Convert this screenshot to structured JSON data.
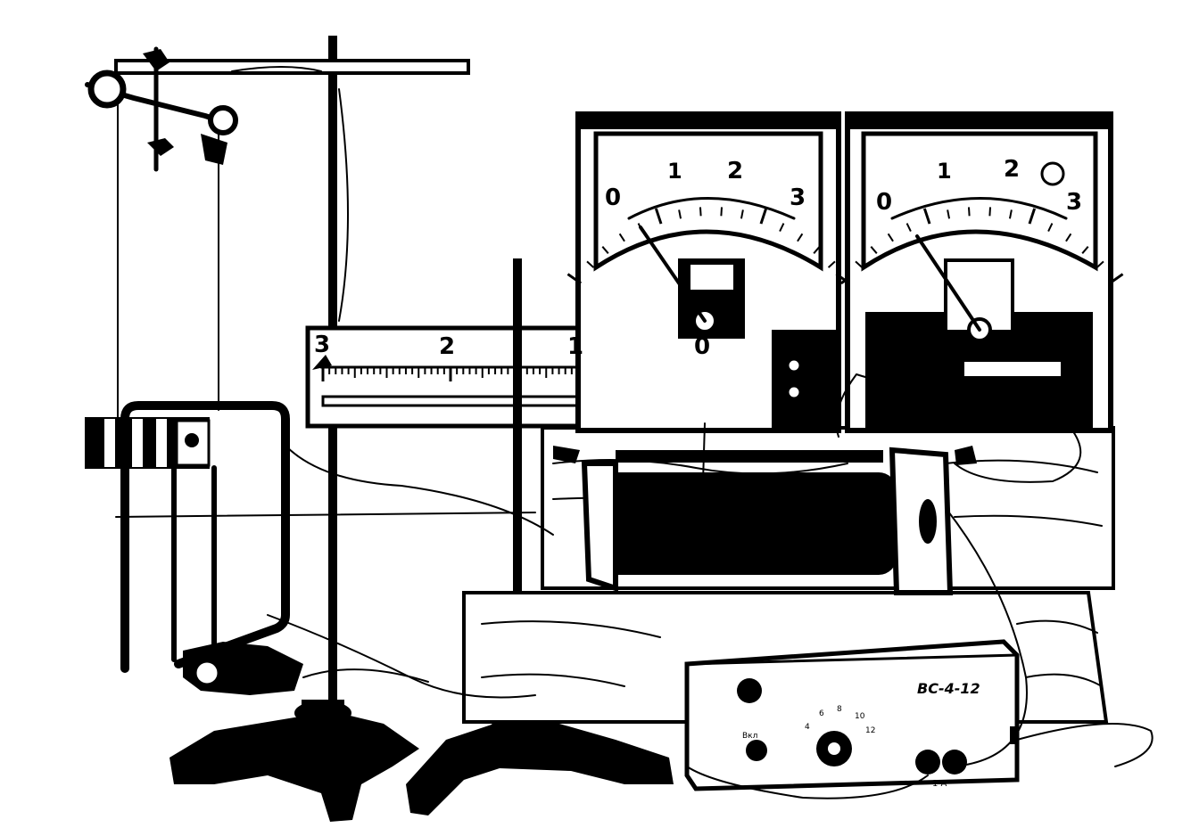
{
  "meter_left": {
    "scale_labels": [
      "0",
      "1",
      "2",
      "3"
    ]
  },
  "meter_right": {
    "scale_labels": [
      "0",
      "1",
      "2",
      "3"
    ]
  },
  "rail_scale": {
    "labels": [
      "3",
      "2",
      "1",
      "0"
    ]
  },
  "power_supply": {
    "model_label": "ВС-4-12",
    "switch_label": "Вкл",
    "dial_labels": [
      "4",
      "6",
      "8",
      "10",
      "12"
    ],
    "terminal_label": "1 А"
  }
}
